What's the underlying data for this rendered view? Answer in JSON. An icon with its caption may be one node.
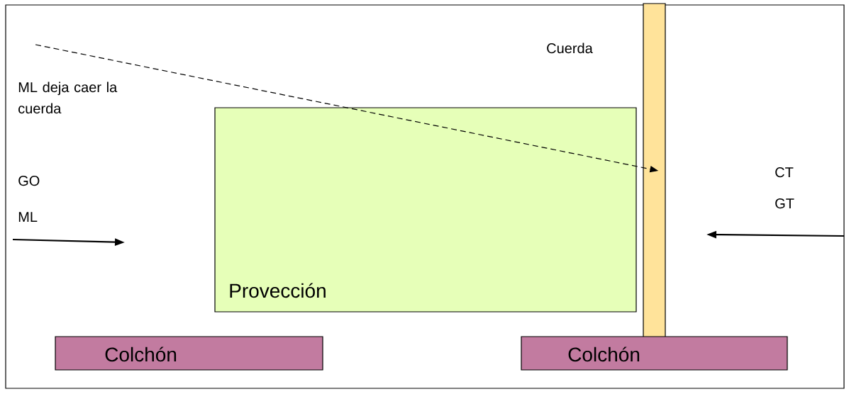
{
  "diagram": {
    "nodes": [
      {
        "text": [
          "Provección"
        ]
      },
      {
        "text": [],
        "shape": "bar",
        "beside": [
          "Cuerda"
        ]
      },
      {
        "text": [
          "Colchón"
        ]
      },
      {
        "text": [
          "Colchón"
        ]
      }
    ],
    "edges": [
      {
        "from": null,
        "to": 1,
        "arrow": "to",
        "style": "dashed"
      }
    ],
    "labels": [
      "ML deja caer la cuerda",
      "GO",
      "ML",
      "CT",
      "GT"
    ]
  }
}
